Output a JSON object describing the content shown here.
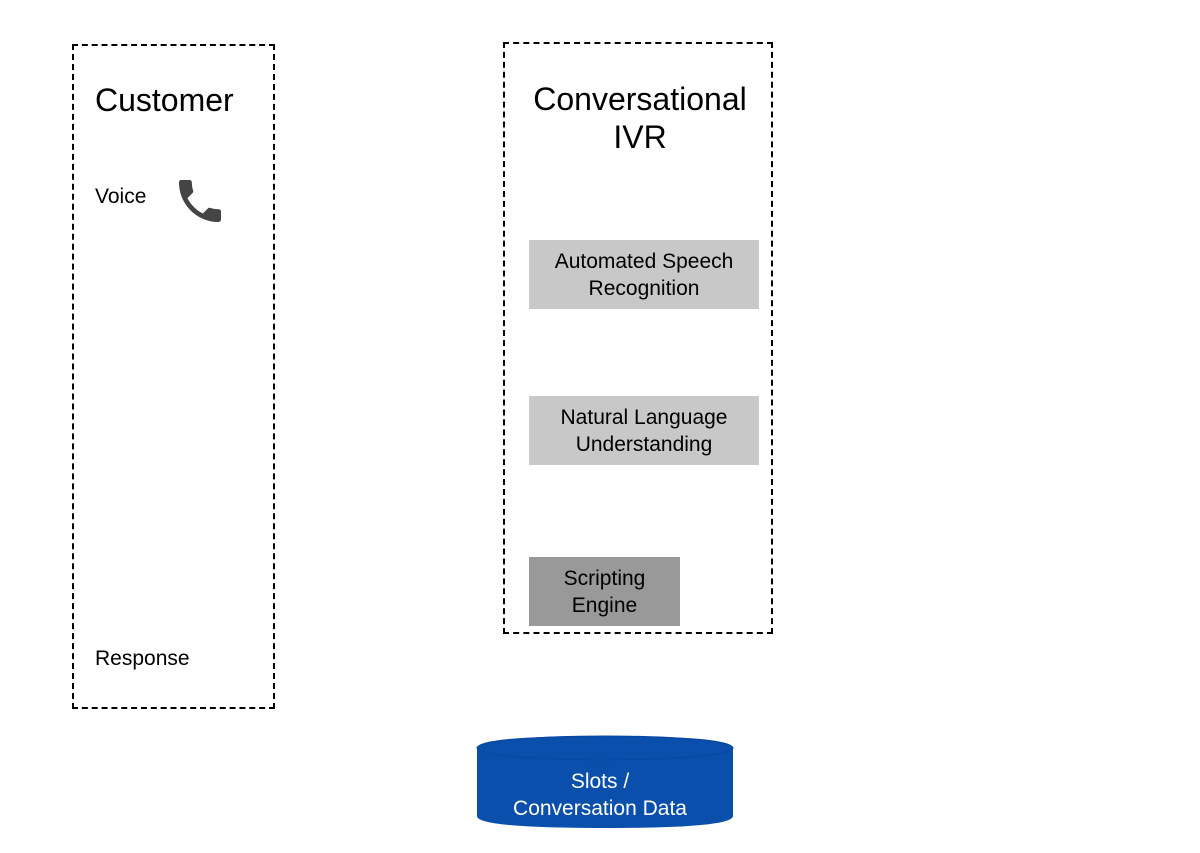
{
  "customer": {
    "title": "Customer",
    "voice_label": "Voice",
    "response_label": "Response",
    "phone_icon": "phone-icon"
  },
  "ivr": {
    "title_line1": "Conversational",
    "title_line2": "IVR",
    "asr": {
      "line1": "Automated Speech",
      "line2": "Recognition"
    },
    "nlu": {
      "line1": "Natural Language",
      "line2": "Understanding"
    },
    "scripting": {
      "line1": "Scripting",
      "line2": "Engine"
    }
  },
  "datastore": {
    "line1": "Slots /",
    "line2": "Conversation Data"
  },
  "colors": {
    "asr_fill": "#c8c8c8",
    "nlu_fill": "#c8c8c8",
    "scripting_fill": "#999999",
    "datastore_fill": "#0b4fad",
    "phone_fill": "#444444"
  }
}
